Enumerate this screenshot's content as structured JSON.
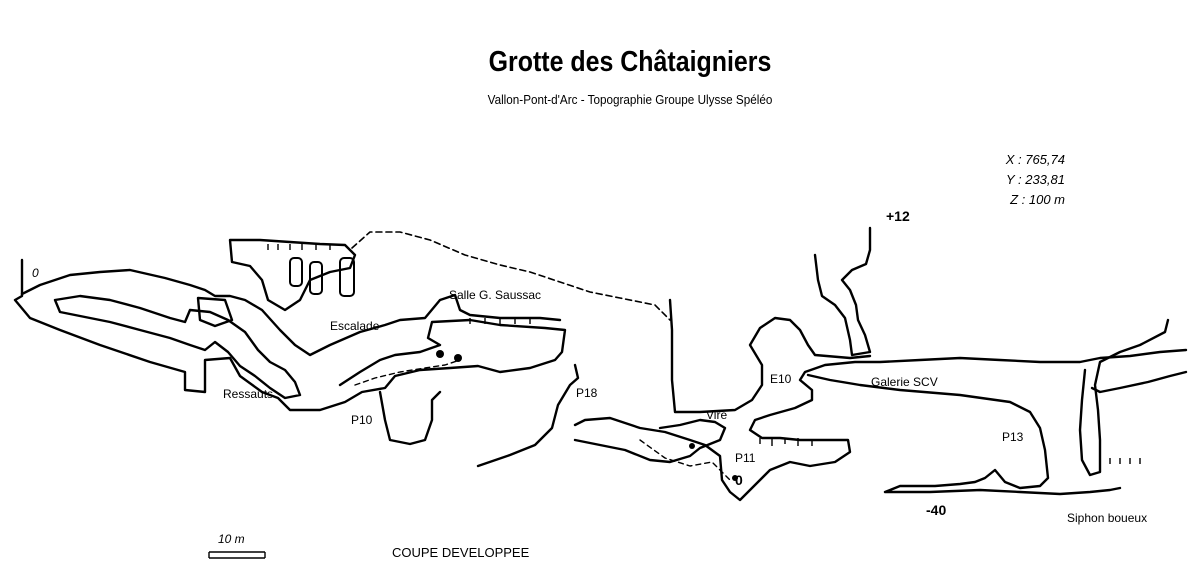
{
  "header": {
    "title": "Grotte des Châtaigniers",
    "subtitle": "Vallon-Pont-d'Arc - Topographie Groupe Ulysse Spéléo"
  },
  "coordinates": {
    "x": "X : 765,74",
    "y": "Y : 233,81",
    "z": "Z : 100 m"
  },
  "labels": {
    "zero_left": "0",
    "zero_bottom": "0",
    "plus12": "+12",
    "minus40": "-40",
    "salle": "Salle G. Saussac",
    "escalade": "Escalade",
    "ressauts": "Ressauts",
    "p10": "P10",
    "p18": "P18",
    "vire": "Vire",
    "e10": "E10",
    "p11": "P11",
    "galerie": "Galerie SCV",
    "p13": "P13",
    "siphon": "Siphon boueux"
  },
  "footer": {
    "scale": "10 m",
    "section_type": "COUPE DEVELOPPEE"
  }
}
